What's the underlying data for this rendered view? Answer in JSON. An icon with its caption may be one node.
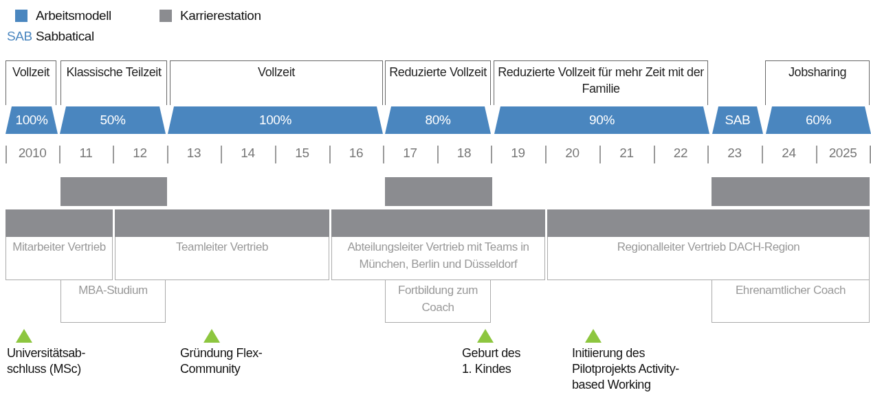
{
  "diagram": {
    "nodes": [
      {
        "text": [
          "Vollzeit"
        ]
      },
      {
        "text": [
          "Klassische Teilzeit"
        ]
      },
      {
        "text": [
          "Vollzeit"
        ]
      },
      {
        "text": [
          "Reduzierte Vollzeit"
        ]
      },
      {
        "text": [
          "Reduzierte Vollzeit für mehr Zeit mit der Familie"
        ]
      },
      {
        "text": [
          "Jobsharing"
        ]
      },
      {
        "text": [
          "100%"
        ]
      },
      {
        "text": [
          "50%"
        ]
      },
      {
        "text": [
          "100%"
        ]
      },
      {
        "text": [
          "80%"
        ]
      },
      {
        "text": [
          "90%"
        ]
      },
      {
        "text": [
          "SAB"
        ]
      },
      {
        "text": [
          "60%"
        ]
      },
      {
        "text": [
          "Mitarbeiter Vertrieb"
        ]
      },
      {
        "text": [
          "Teamleiter Vertrieb"
        ]
      },
      {
        "text": [
          "Abteilungsleiter Vertrieb mit Teams in München, Berlin und Düsseldorf"
        ]
      },
      {
        "text": [
          "Regionalleiter Vertrieb DACH-Region"
        ]
      },
      {
        "text": [
          "MBA-Studium"
        ]
      },
      {
        "text": [
          "Fortbildung zum Coach"
        ]
      },
      {
        "text": [
          "Ehrenamtlicher Coach"
        ]
      },
      {
        "text": [],
        "shape": "bar"
      },
      {
        "text": [],
        "shape": "bar"
      },
      {
        "text": [],
        "shape": "bar"
      },
      {
        "text": [],
        "shape": "bar"
      },
      {
        "text": [],
        "shape": "bar"
      },
      {
        "text": [],
        "shape": "bar"
      },
      {
        "text": [],
        "shape": "bar"
      }
    ],
    "edges": [],
    "labels": [
      "SAB",
      "2010",
      "11",
      "12",
      "13",
      "14",
      "15",
      "16",
      "17",
      "18",
      "19",
      "20",
      "21",
      "22",
      "23",
      "24",
      "2025",
      "Universitätsab- schluss (MSc)",
      "Gründung Flex-Community",
      "Geburt des 1. Kindes",
      "Initiierung des Pilotprojekts Activity- based Working"
    ],
    "legend": [
      {
        "text": "Arbeitsmodell",
        "color": "#4a86bf"
      },
      {
        "text": "Karrierestation",
        "color": "#8b8c90"
      },
      {
        "text": "Sabbatical"
      }
    ]
  }
}
